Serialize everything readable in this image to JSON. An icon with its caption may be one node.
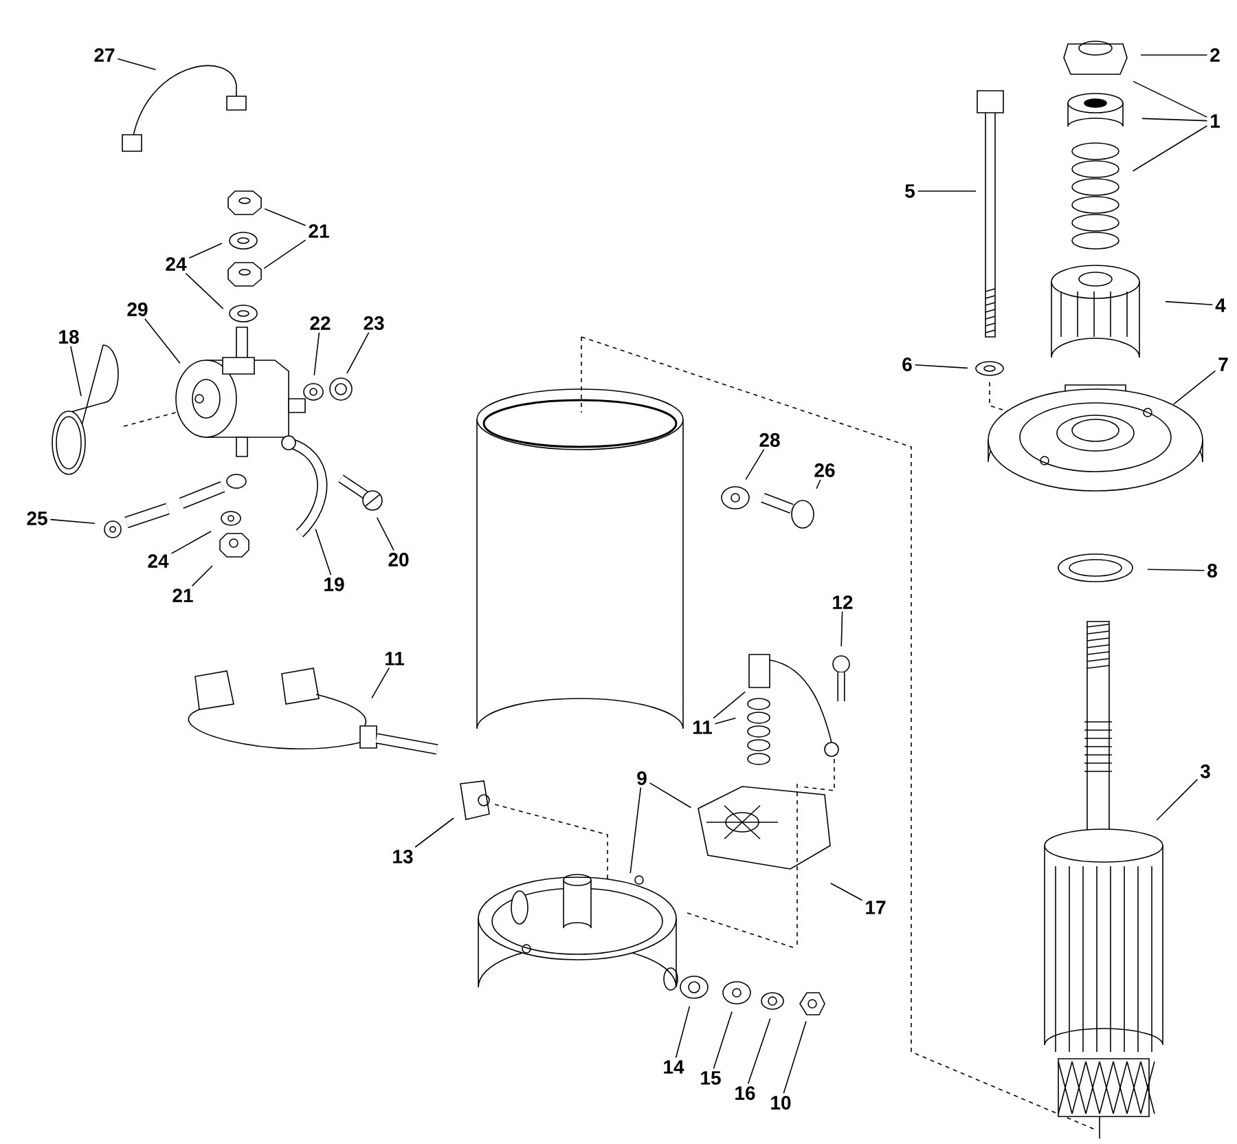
{
  "diagram": {
    "nodes": [
      {
        "text": [
          "2"
        ]
      },
      {
        "text": [
          "27"
        ]
      },
      {
        "text": [
          "1"
        ]
      },
      {
        "text": [
          "5"
        ]
      },
      {
        "text": [
          "21"
        ]
      },
      {
        "text": [
          "24"
        ]
      },
      {
        "text": [
          "4"
        ]
      },
      {
        "text": [
          "29"
        ]
      },
      {
        "text": [
          "22"
        ]
      },
      {
        "text": [
          "23"
        ]
      },
      {
        "text": [
          "18"
        ]
      },
      {
        "text": [
          "6"
        ]
      },
      {
        "text": [
          "7"
        ]
      },
      {
        "text": [
          "28"
        ]
      },
      {
        "text": [
          "26"
        ]
      },
      {
        "text": [
          "25"
        ]
      },
      {
        "text": [
          "24"
        ]
      },
      {
        "text": [
          "20"
        ]
      },
      {
        "text": [
          "8"
        ]
      },
      {
        "text": [
          "19"
        ]
      },
      {
        "text": [
          "21"
        ]
      },
      {
        "text": [
          "12"
        ]
      },
      {
        "text": [
          "11"
        ]
      },
      {
        "text": [
          "11"
        ]
      },
      {
        "text": [
          "3"
        ]
      },
      {
        "text": [
          "9"
        ]
      },
      {
        "text": [
          "13"
        ]
      },
      {
        "text": [
          "17"
        ]
      },
      {
        "text": [
          "14"
        ]
      },
      {
        "text": [
          "15"
        ]
      },
      {
        "text": [
          "16"
        ]
      },
      {
        "text": [
          "10"
        ]
      }
    ],
    "edges": [
      {
        "from": 0,
        "to": null,
        "arrow": "none"
      },
      {
        "from": 1,
        "to": null,
        "arrow": "none"
      },
      {
        "from": 2,
        "to": null,
        "arrow": "none"
      },
      {
        "from": 2,
        "to": null,
        "arrow": "none"
      },
      {
        "from": 2,
        "to": null,
        "arrow": "none"
      },
      {
        "from": 3,
        "to": null,
        "arrow": "none"
      },
      {
        "from": 4,
        "to": null,
        "arrow": "none"
      },
      {
        "from": 4,
        "to": null,
        "arrow": "none"
      },
      {
        "from": 5,
        "to": null,
        "arrow": "none"
      },
      {
        "from": 5,
        "to": null,
        "arrow": "none"
      },
      {
        "from": 6,
        "to": null,
        "arrow": "none"
      },
      {
        "from": 7,
        "to": null,
        "arrow": "none"
      },
      {
        "from": 8,
        "to": null,
        "arrow": "none"
      },
      {
        "from": 9,
        "to": null,
        "arrow": "none"
      },
      {
        "from": 10,
        "to": null,
        "arrow": "none"
      },
      {
        "from": 11,
        "to": null,
        "arrow": "none"
      },
      {
        "from": 12,
        "to": null,
        "arrow": "none"
      },
      {
        "from": 13,
        "to": null,
        "arrow": "none"
      },
      {
        "from": 14,
        "to": null,
        "arrow": "none"
      },
      {
        "from": 15,
        "to": null,
        "arrow": "none"
      },
      {
        "from": 16,
        "to": null,
        "arrow": "none"
      },
      {
        "from": 17,
        "to": null,
        "arrow": "none"
      },
      {
        "from": 18,
        "to": null,
        "arrow": "none"
      },
      {
        "from": 19,
        "to": null,
        "arrow": "none"
      },
      {
        "from": 20,
        "to": null,
        "arrow": "none"
      },
      {
        "from": 21,
        "to": null,
        "arrow": "none"
      },
      {
        "from": 22,
        "to": null,
        "arrow": "none"
      },
      {
        "from": 23,
        "to": null,
        "arrow": "none"
      },
      {
        "from": 23,
        "to": null,
        "arrow": "none"
      },
      {
        "from": 24,
        "to": null,
        "arrow": "none"
      },
      {
        "from": 25,
        "to": null,
        "arrow": "none"
      },
      {
        "from": 25,
        "to": null,
        "arrow": "none"
      },
      {
        "from": 26,
        "to": null,
        "arrow": "none"
      },
      {
        "from": 27,
        "to": null,
        "arrow": "none"
      },
      {
        "from": 28,
        "to": null,
        "arrow": "none"
      },
      {
        "from": 29,
        "to": null,
        "arrow": "none"
      },
      {
        "from": 30,
        "to": null,
        "arrow": "none"
      },
      {
        "from": 31,
        "to": null,
        "arrow": "none"
      }
    ]
  }
}
